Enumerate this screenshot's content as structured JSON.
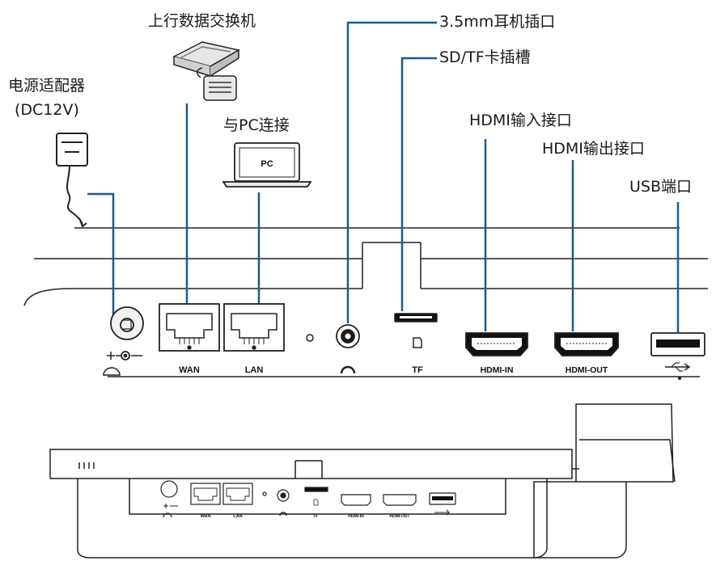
{
  "callouts": {
    "uplink_switch": "上行数据交换机",
    "power_adapter_line1": "电源适配器",
    "power_adapter_line2": "(DC12V)",
    "pc_connect": "与PC连接",
    "earphone_port": "3.5mm耳机插口",
    "sd_slot": "SD/TF卡插槽",
    "hdmi_in_port": "HDMI输入接口",
    "hdmi_out_port": "HDMI输出接口",
    "usb_port": "USB端口"
  },
  "port_labels": {
    "wan": "WAN",
    "lan": "LAN",
    "tf": "TF",
    "hdmi_in": "HDMI-IN",
    "hdmi_out": "HDMI-OUT"
  },
  "pc_screen_text": "PC",
  "colors": {
    "leader": "#1e5a8c",
    "outline": "#111111",
    "background": "#ffffff"
  }
}
